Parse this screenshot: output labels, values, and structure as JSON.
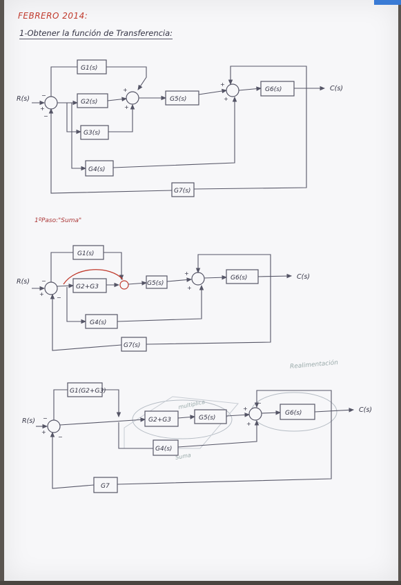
{
  "page": {
    "title": "FEBRERO 2014:",
    "subtitle": "1-Obtener la función de Transferencia:",
    "step1": "1ºPaso:\"Suma\"",
    "note_real": "Realimentación",
    "note_mult": "multiplica",
    "note_suma": "Suma"
  },
  "diagram1": {
    "input": "R(s)",
    "output": "C(s)",
    "blocks": {
      "g1": "G1(s)",
      "g2": "G2(s)",
      "g3": "G3(s)",
      "g4": "G4(s)",
      "g5": "G5(s)",
      "g6": "G6(s)",
      "g7": "G7(s)"
    }
  },
  "diagram2": {
    "input": "R(s)",
    "output": "C(s)",
    "blocks": {
      "g1": "G1(s)",
      "g23": "G2+G3",
      "g5": "G5(s)",
      "g6": "G6(s)",
      "g4": "G4(s)",
      "g7": "G7(s)"
    }
  },
  "diagram3": {
    "input": "R(s)",
    "output": "C(s)",
    "blocks": {
      "g1": "G1(G2+G3)",
      "g23": "G2+G3",
      "g5": "G5(s)",
      "g6": "G6(s)",
      "g4": "G4(s)",
      "g7": "G7"
    }
  },
  "colors": {
    "ink": "#556",
    "red_ink": "#c0392b",
    "paper": "#f7f7f9"
  }
}
